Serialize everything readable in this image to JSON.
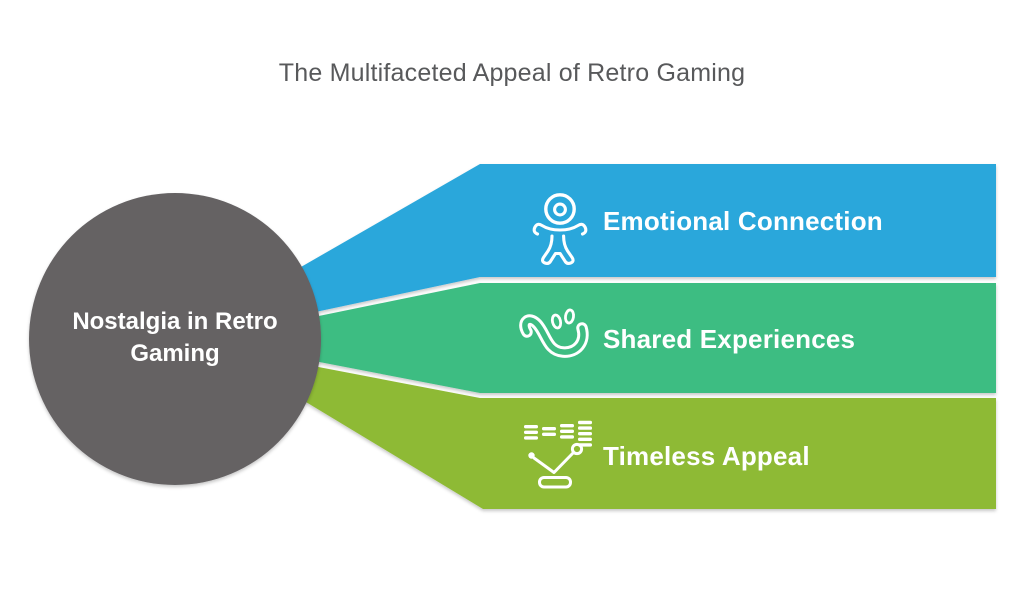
{
  "title": "The Multifaceted Appeal of Retro Gaming",
  "center": {
    "label": "Nostalgia in Retro Gaming",
    "color": "#656264"
  },
  "bands": [
    {
      "label": "Emotional Connection",
      "color": "#29A7DB",
      "icon": "baby-icon"
    },
    {
      "label": "Shared Experiences",
      "color": "#3DBD82",
      "icon": "wave-smile-icon"
    },
    {
      "label": "Timeless Appeal",
      "color": "#8EBA36",
      "icon": "trend-path-icon"
    }
  ]
}
